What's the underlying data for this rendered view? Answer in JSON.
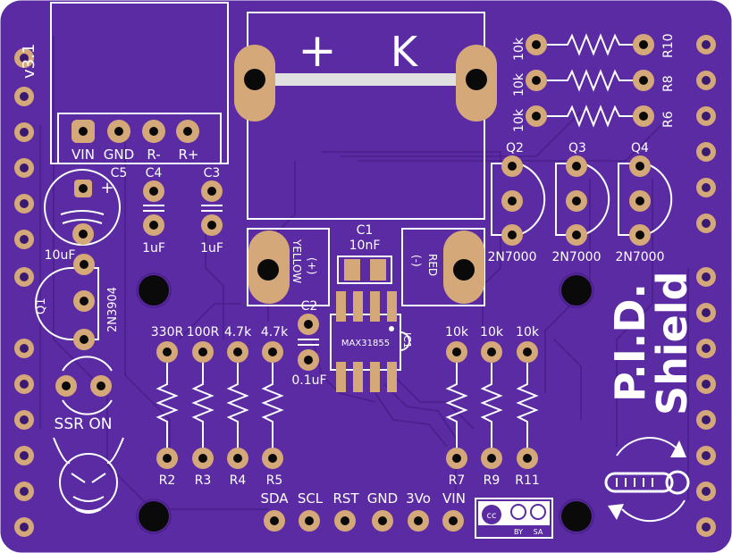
{
  "board": {
    "version": "v3.1",
    "title_line1": "P.I.D.",
    "title_line2": "Shield",
    "colors": {
      "board": "#5a2ba3",
      "trace": "#4a1f8a",
      "silk": "#ffffff",
      "pad": "#d4a878",
      "hole": "#0a0a0a"
    }
  },
  "thermocouple": {
    "plus": "+",
    "minus": "K"
  },
  "power_connector": {
    "pins": [
      "VIN",
      "GND",
      "R-",
      "R+"
    ]
  },
  "caps": {
    "c5": {
      "ref": "C5",
      "value": "10uF"
    },
    "c4": {
      "ref": "C4",
      "value": "1uF"
    },
    "c3": {
      "ref": "C3",
      "value": "1uF"
    },
    "c1": {
      "ref": "C1",
      "value": "10nF"
    },
    "c2": {
      "ref": "C2",
      "value": "0.1uF"
    }
  },
  "wires": {
    "yellow": "YELLOW",
    "yellow_sign": "(+)",
    "red": "RED",
    "red_sign": "(-)"
  },
  "ic": {
    "ref": "IC1",
    "part": "MAX31855"
  },
  "q1": {
    "ref": "Q1",
    "part": "2N3904"
  },
  "mosfets": [
    {
      "ref": "Q2",
      "part": "2N7000"
    },
    {
      "ref": "Q3",
      "part": "2N7000"
    },
    {
      "ref": "Q4",
      "part": "2N7000"
    }
  ],
  "top_resistors": [
    {
      "ref": "R10",
      "value": "10k"
    },
    {
      "ref": "R8",
      "value": "10k"
    },
    {
      "ref": "R6",
      "value": "10k"
    }
  ],
  "left_resistors": [
    {
      "ref": "R2",
      "value": "330R"
    },
    {
      "ref": "R3",
      "value": "100R"
    },
    {
      "ref": "R4",
      "value": "4.7k"
    },
    {
      "ref": "R5",
      "value": "4.7k"
    }
  ],
  "right_resistors": [
    {
      "ref": "R7",
      "value": "10k"
    },
    {
      "ref": "R9",
      "value": "10k"
    },
    {
      "ref": "R11",
      "value": "10k"
    }
  ],
  "led": {
    "label": "SSR ON"
  },
  "i2c_header": {
    "pins": [
      "SDA",
      "SCL",
      "RST",
      "GND",
      "3Vo",
      "VIN"
    ]
  },
  "license": {
    "cc": "cc",
    "by": "BY",
    "sa": "SA"
  },
  "icons": [
    "devil-logo-icon",
    "thermometer-cycle-icon",
    "cc-license-icon",
    "resistor-icon"
  ]
}
